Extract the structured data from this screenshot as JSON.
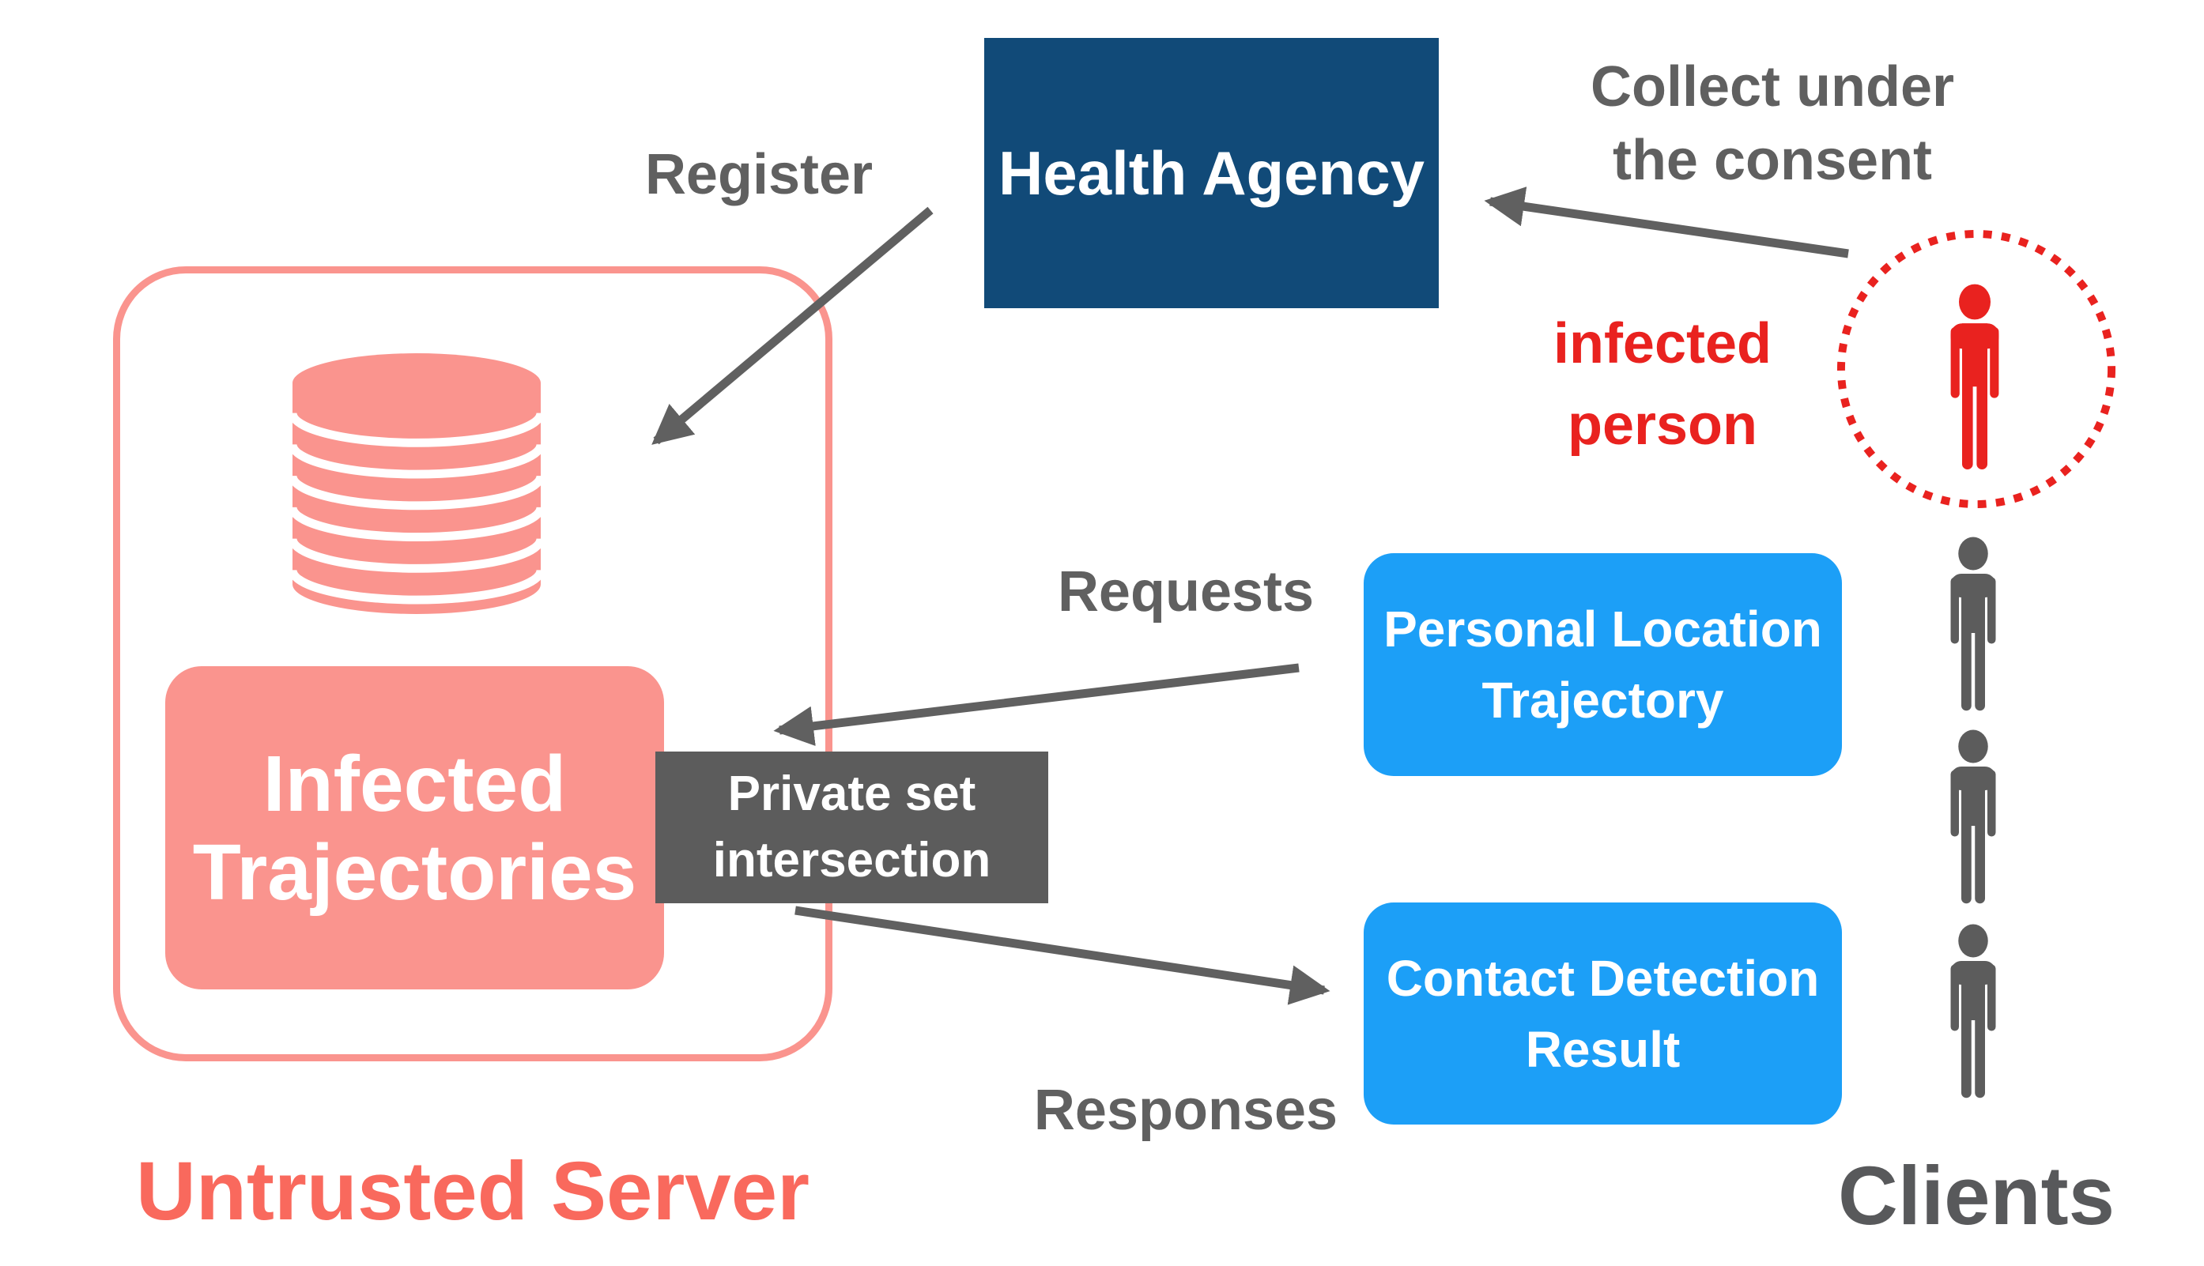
{
  "colors": {
    "navy": "#114A78",
    "blue": "#1C9FF7",
    "salmon": "#FA948E",
    "coral": "#F9695D",
    "red": "#E9221F",
    "gray": "#606060",
    "darkgray": "#5C5C5C",
    "clientsgray": "#58595B"
  },
  "health_agency": {
    "label": "Health Agency"
  },
  "server": {
    "title": "Untrusted Server",
    "storage_icon": "database-icon",
    "infected_box": {
      "line1": "Infected",
      "line2": "Trajectories"
    },
    "psi_box": {
      "line1": "Private set",
      "line2": "intersection"
    }
  },
  "labels": {
    "register": "Register",
    "requests": "Requests",
    "responses": "Responses",
    "collect": {
      "line1": "Collect under",
      "line2": "the consent"
    }
  },
  "infected_person": {
    "line1": "infected",
    "line2": "person",
    "icon": "person-icon"
  },
  "client_boxes": {
    "personal": {
      "line1": "Personal Location",
      "line2": "Trajectory"
    },
    "contact": {
      "line1": "Contact Detection",
      "line2": "Result"
    }
  },
  "clients": {
    "label": "Clients",
    "count": 3,
    "icon": "person-icon"
  }
}
